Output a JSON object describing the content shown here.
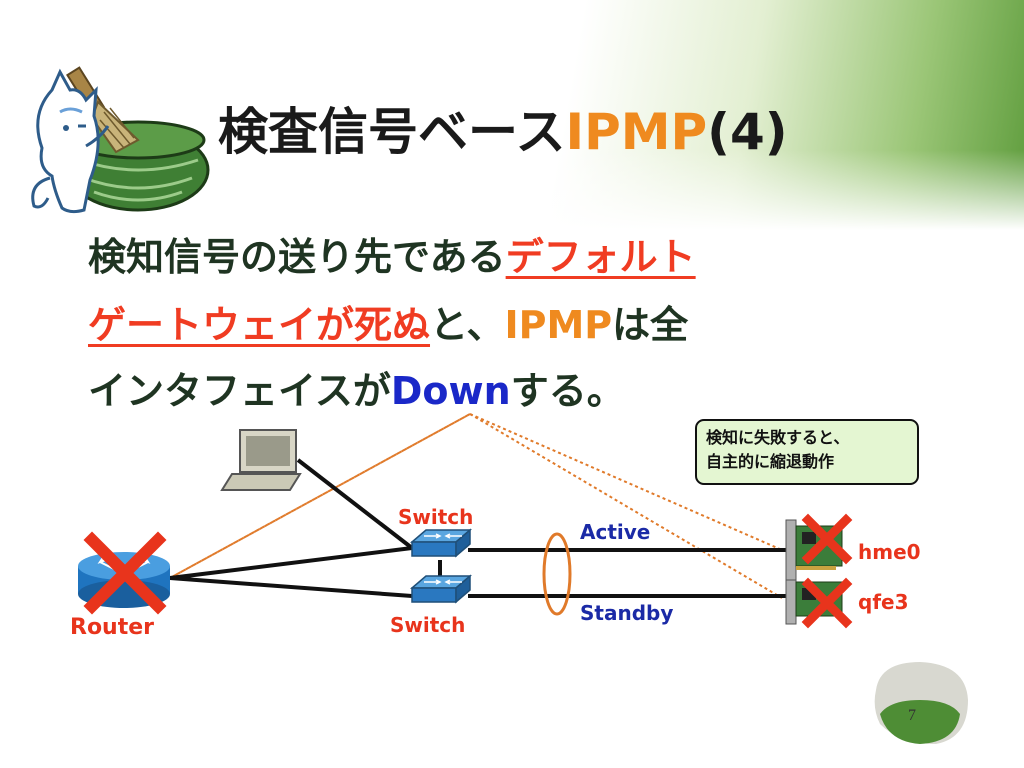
{
  "slide": {
    "title": {
      "main": "検査信号ベース",
      "accent": "IPMP",
      "suffix": "(4)"
    },
    "body": {
      "line1_a": "検知信号の送り先である",
      "line1_emph": "デフォルト",
      "line2_emph": "ゲートウェイが死ぬ",
      "line2_b": "と、",
      "line2_ipmp": "IPMP",
      "line2_c": "は全",
      "line3_a": "インタフェイスが",
      "line3_down": "Down",
      "line3_b": "する。"
    },
    "note": {
      "line1": "検知に失敗すると、",
      "line2": "自主的に縮退動作"
    },
    "labels": {
      "switch_top": "Switch",
      "switch_bottom": "Switch",
      "router": "Router",
      "active": "Active",
      "standby": "Standby",
      "hme0": "hme0",
      "qfe3": "qfe3"
    },
    "page_number": "7"
  },
  "colors": {
    "accent_orange": "#ef8a1f",
    "emphasis_red": "#f03c22",
    "blue": "#1a28c8",
    "label_navy": "#1b2aa6",
    "note_bg": "#e4f6d2",
    "green": "#5e9c3c"
  },
  "icons": [
    "cat-mascot-icon",
    "tea-bowl-icon",
    "laptop-icon",
    "switch-icon",
    "router-icon",
    "nic-card-icon",
    "cross-mark-icon"
  ]
}
